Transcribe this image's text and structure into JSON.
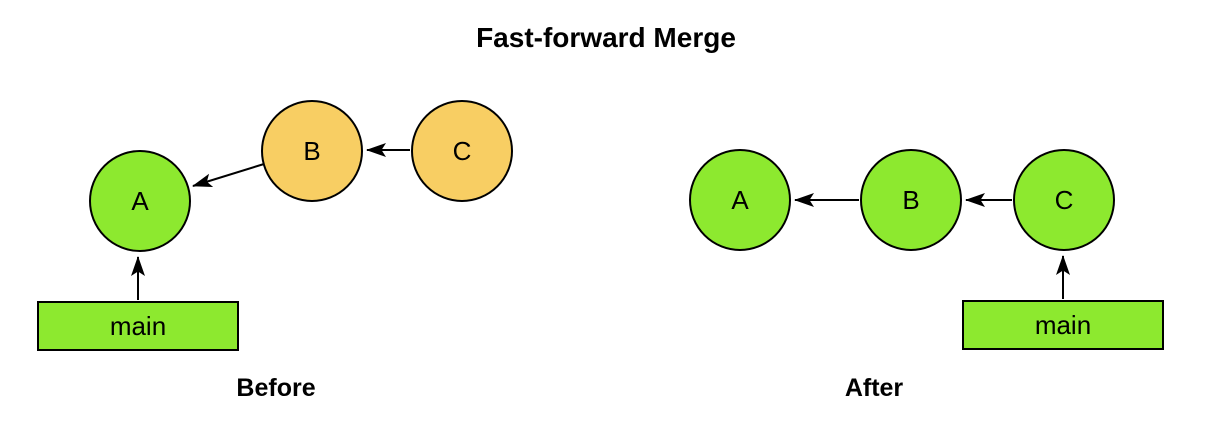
{
  "title": "Fast-forward Merge",
  "colors": {
    "commit_green": "#8DE92F",
    "commit_orange": "#F8CE63",
    "branch_tag_green": "#8DE92F",
    "stroke": "#000000"
  },
  "before": {
    "section_label": "Before",
    "branch_label": "main",
    "commits": [
      {
        "id": "A",
        "state": "on-main"
      },
      {
        "id": "B",
        "state": "unmerged"
      },
      {
        "id": "C",
        "state": "unmerged"
      }
    ]
  },
  "after": {
    "section_label": "After",
    "branch_label": "main",
    "commits": [
      {
        "id": "A",
        "state": "on-main"
      },
      {
        "id": "B",
        "state": "on-main"
      },
      {
        "id": "C",
        "state": "on-main"
      }
    ]
  }
}
